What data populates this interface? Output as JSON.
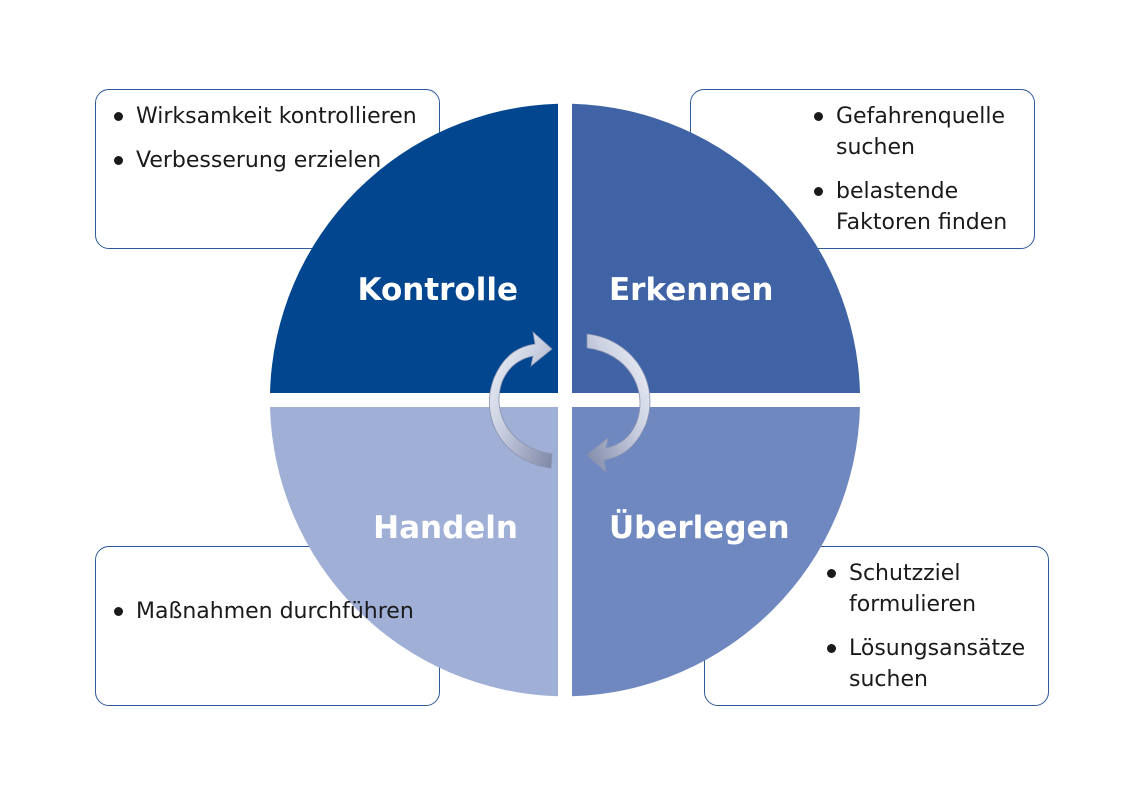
{
  "quadrants": {
    "kontrolle": {
      "label": "Kontrolle",
      "color": "#02468f",
      "bullets": [
        "Wirksamkeit kontrollieren",
        "Verbesserung erzielen"
      ]
    },
    "erkennen": {
      "label": "Erkennen",
      "color": "#3f63a5",
      "bullets": [
        "Gefahrenquelle suchen",
        "belastende Faktoren finden"
      ]
    },
    "handeln": {
      "label": "Handeln",
      "color": "#a0afd5",
      "bullets": [
        "Maßnahmen durchführen"
      ]
    },
    "ueberlegen": {
      "label": "Überlegen",
      "color": "#6f88bf",
      "bullets": [
        "Schutzziel formulieren",
        "Lösungsansätze suchen"
      ]
    }
  },
  "box_border_color": "#2e5a9a",
  "cycle_arrows": "clockwise-cycle-icon"
}
